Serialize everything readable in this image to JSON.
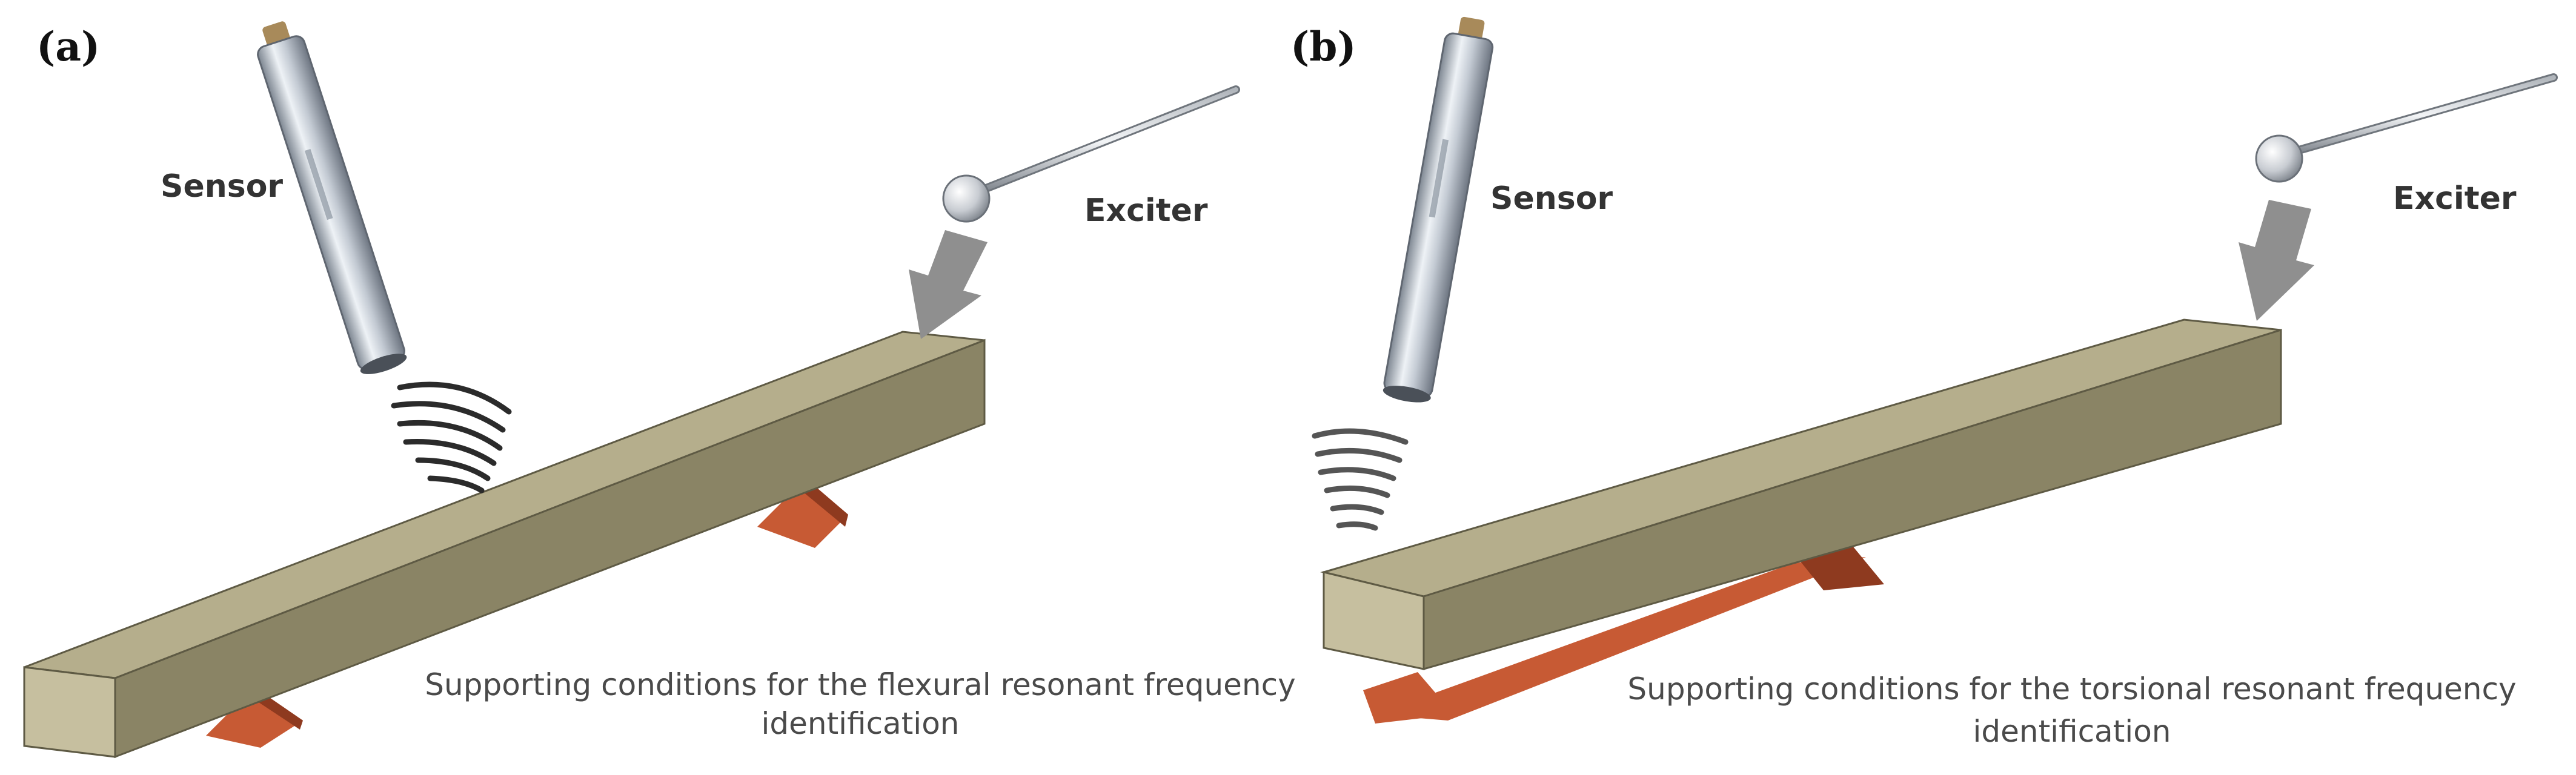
{
  "panels": [
    {
      "label": "(a)",
      "sensor_label": "Sensor",
      "exciter_label": "Exciter",
      "caption_line1": "Supporting conditions for the flexural resonant frequency",
      "caption_line2": "identification"
    },
    {
      "label": "(b)",
      "sensor_label": "Sensor",
      "exciter_label": "Exciter",
      "caption_line1": "Supporting conditions for the torsional resonant frequency",
      "caption_line2": "identification"
    }
  ],
  "colors": {
    "beam_front": "#8a8465",
    "beam_top": "#b5ae8c",
    "beam_end": "#c6bf9f",
    "support": "#c75a34",
    "sensor_body": "#c9d0d8",
    "arrow": "#8f8f8f"
  }
}
